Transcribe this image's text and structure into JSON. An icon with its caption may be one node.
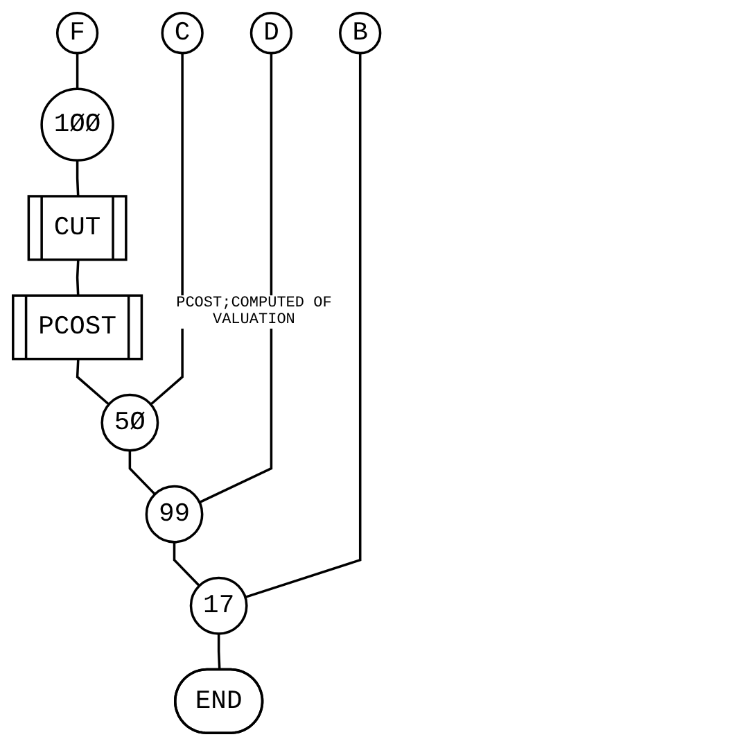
{
  "diagram": {
    "nodes": [
      {
        "text": [
          "B"
        ]
      },
      {
        "text": [
          "D"
        ]
      },
      {
        "text": [
          "C"
        ]
      },
      {
        "text": [
          "F"
        ]
      },
      {
        "text": [
          "1ØØ"
        ]
      },
      {
        "text": [
          "CUT"
        ]
      },
      {
        "text": [
          "PCOST"
        ],
        "beside": [
          "PCOST;COMPUTED OF VALUATION"
        ]
      },
      {
        "text": [
          "5Ø"
        ]
      },
      {
        "text": [
          "99"
        ]
      },
      {
        "text": [
          "17"
        ]
      },
      {
        "text": [
          "END"
        ]
      }
    ],
    "edges": [
      {
        "from": 3,
        "to": 4,
        "arrow": "none"
      },
      {
        "from": 4,
        "to": 5,
        "arrow": "none"
      },
      {
        "from": 5,
        "to": 6,
        "arrow": "none"
      },
      {
        "from": 6,
        "to": 7,
        "arrow": "none"
      },
      {
        "from": 2,
        "to": 7,
        "arrow": "none"
      },
      {
        "from": 7,
        "to": 8,
        "arrow": "none"
      },
      {
        "from": 1,
        "to": 8,
        "arrow": "none"
      },
      {
        "from": 8,
        "to": 9,
        "arrow": "none"
      },
      {
        "from": 0,
        "to": 9,
        "arrow": "none"
      },
      {
        "from": 9,
        "to": 10,
        "arrow": "none"
      }
    ]
  }
}
